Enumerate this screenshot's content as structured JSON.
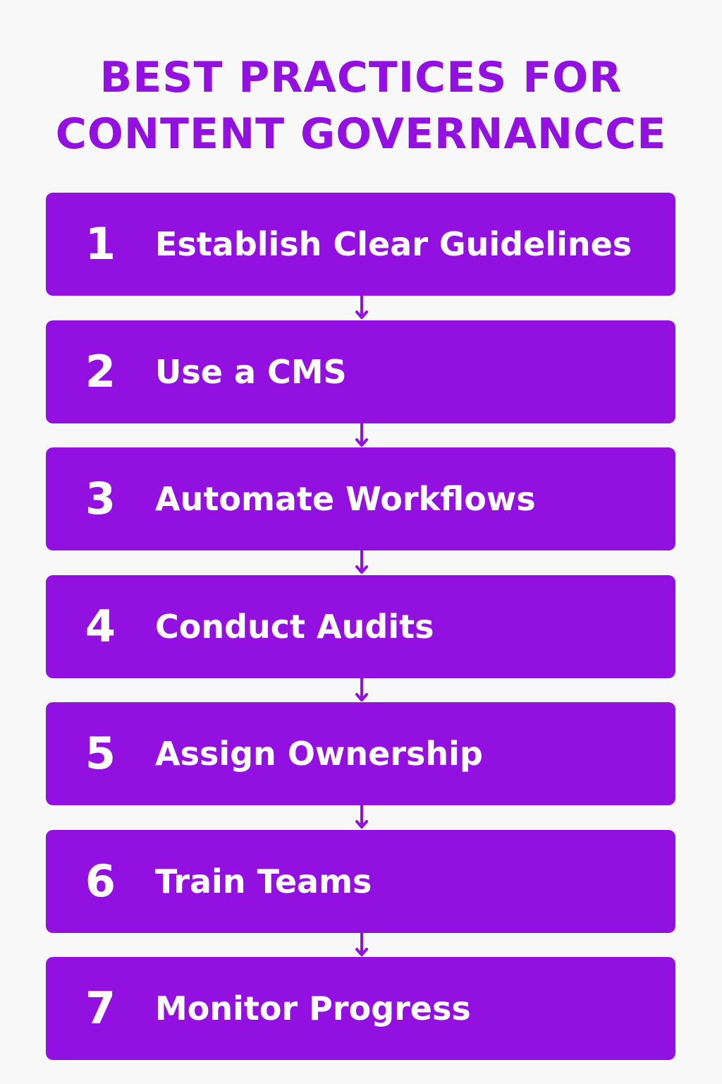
{
  "title": {
    "line1": "BEST PRACTICES FOR",
    "line2": "CONTENT GOVERNANCCE"
  },
  "colors": {
    "accent": "#9210e0",
    "background": "#f8f8f8",
    "text_on_accent": "#ffffff"
  },
  "steps": [
    {
      "number": "1",
      "label": "Establish Clear Guidelines"
    },
    {
      "number": "2",
      "label": "Use a CMS"
    },
    {
      "number": "3",
      "label": "Automate Workflows"
    },
    {
      "number": "4",
      "label": "Conduct Audits"
    },
    {
      "number": "5",
      "label": "Assign Ownership"
    },
    {
      "number": "6",
      "label": "Train Teams"
    },
    {
      "number": "7",
      "label": "Monitor Progress"
    }
  ],
  "connector_icon": "arrow-down-icon"
}
